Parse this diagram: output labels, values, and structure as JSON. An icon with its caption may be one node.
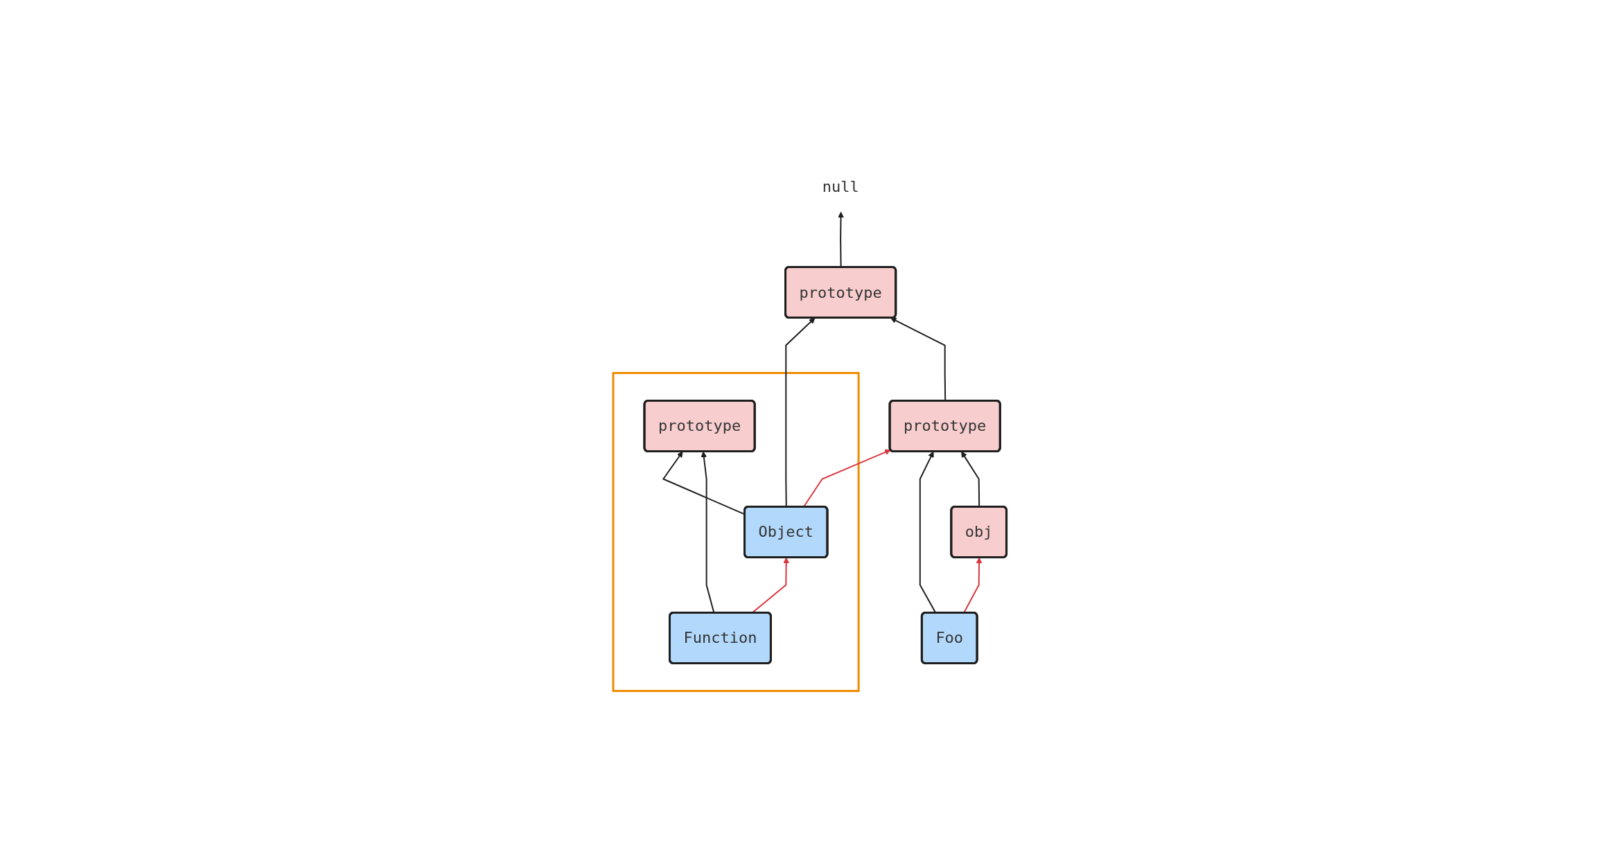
{
  "diagram": {
    "nodes": [
      {
        "text": [
          "null"
        ]
      },
      {
        "text": [
          "prototype"
        ]
      },
      {
        "text": [],
        "shape": "box"
      },
      {
        "text": [
          "Object"
        ],
        "in": 2
      },
      {
        "text": [
          "prototype"
        ],
        "in": 2
      },
      {
        "text": [
          "Function"
        ],
        "in": 2
      },
      {
        "text": [
          "Foo"
        ]
      },
      {
        "text": [
          "prototype"
        ]
      },
      {
        "text": [
          "obj"
        ]
      }
    ],
    "edges": [
      {
        "from": 1,
        "to": 0,
        "arrow": "to"
      },
      {
        "from": 3,
        "to": 1,
        "arrow": "to"
      },
      {
        "from": 7,
        "to": 1,
        "arrow": "to"
      },
      {
        "from": 6,
        "to": 7,
        "arrow": "to"
      },
      {
        "from": 3,
        "to": 7,
        "arrow": "to",
        "color": "#d9363e"
      },
      {
        "from": 3,
        "to": 4,
        "arrow": "to"
      },
      {
        "from": 5,
        "to": 4,
        "arrow": "to"
      },
      {
        "from": 5,
        "to": 3,
        "arrow": "to",
        "color": "#d9363e"
      },
      {
        "from": 6,
        "to": 8,
        "arrow": "to",
        "color": "#d9363e"
      },
      {
        "from": 8,
        "to": 7,
        "arrow": "to"
      }
    ]
  }
}
